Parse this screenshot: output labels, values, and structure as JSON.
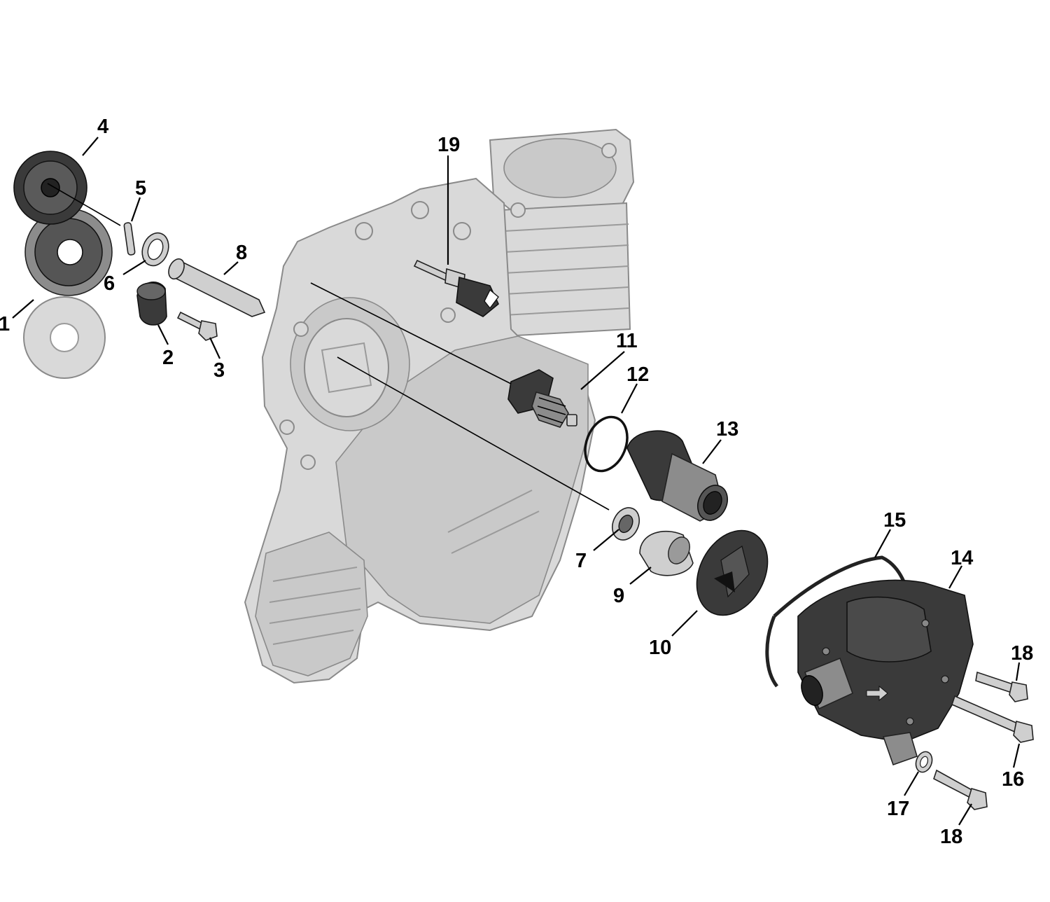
{
  "callouts": [
    {
      "id": "1",
      "label": "1"
    },
    {
      "id": "2",
      "label": "2"
    },
    {
      "id": "3",
      "label": "3"
    },
    {
      "id": "4",
      "label": "4"
    },
    {
      "id": "5",
      "label": "5"
    },
    {
      "id": "6",
      "label": "6"
    },
    {
      "id": "7",
      "label": "7"
    },
    {
      "id": "8",
      "label": "8"
    },
    {
      "id": "9",
      "label": "9"
    },
    {
      "id": "10",
      "label": "10"
    },
    {
      "id": "11",
      "label": "11"
    },
    {
      "id": "12",
      "label": "12"
    },
    {
      "id": "13",
      "label": "13"
    },
    {
      "id": "14",
      "label": "14"
    },
    {
      "id": "15",
      "label": "15"
    },
    {
      "id": "16",
      "label": "16"
    },
    {
      "id": "17",
      "label": "17"
    },
    {
      "id": "18a",
      "label": "18"
    },
    {
      "id": "18b",
      "label": "18"
    },
    {
      "id": "19",
      "label": "19"
    }
  ],
  "colors": {
    "ghost_part": "#d9d9d9",
    "highlighted_part": "#3a3a3a",
    "callout_text": "#000000"
  }
}
